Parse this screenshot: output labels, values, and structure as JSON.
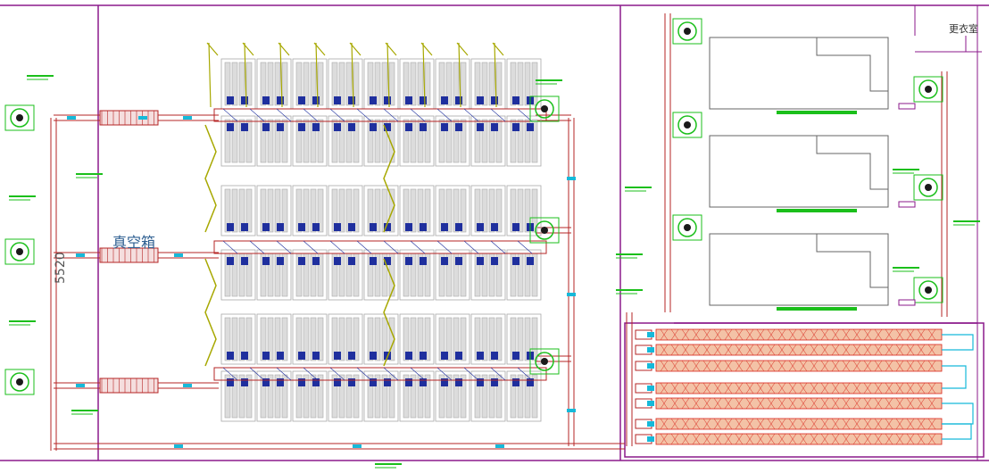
{
  "drawing": {
    "labels": {
      "vacuum_box": "真空箱",
      "dressing_room": "更衣室",
      "dimension": "5520"
    },
    "colors": {
      "frame": "#8b1a8b",
      "conveyor": "#b52424",
      "accent_cyan": "#16b9d9",
      "module_gray": "#a9a9a9",
      "module_blue": "#1f2f9e",
      "olive": "#a7a800",
      "green_note": "#1bbf1b",
      "rack_red": "#d9251c",
      "rack_fill": "#f3c2a6",
      "room_line": "#666666"
    }
  }
}
